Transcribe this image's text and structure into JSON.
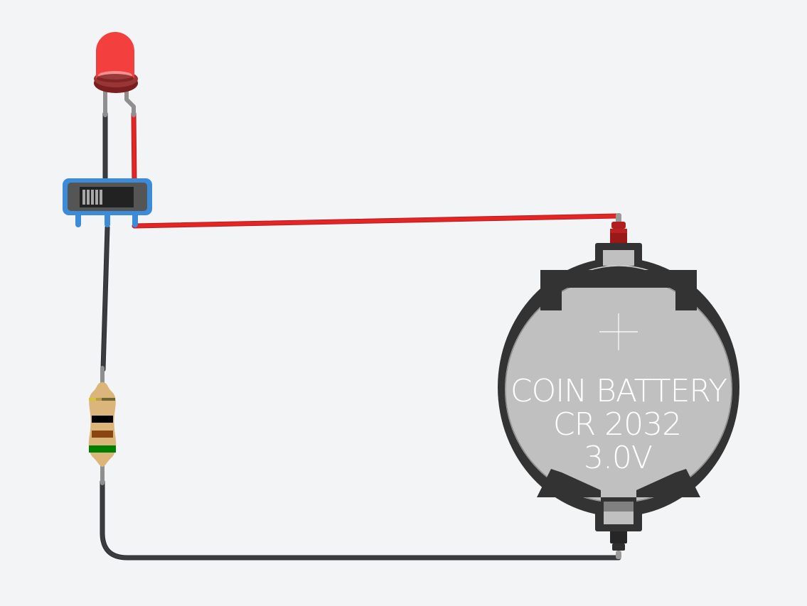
{
  "canvas": {
    "background": "#f3f4f6"
  },
  "components": {
    "led": {
      "label": "LED",
      "color": "#f43f3f",
      "base_color": "#7a1f1f"
    },
    "switch": {
      "label": "Slide Switch",
      "frame_color": "#3b8bd9",
      "body_color": "#555555",
      "handle_slots": 5
    },
    "resistor": {
      "label": "Resistor",
      "body_color": "#dcb57a",
      "bands": [
        "#d4c43a",
        "#000000",
        "#8b4513",
        "#008000"
      ]
    },
    "battery": {
      "label_line1": "COIN BATTERY",
      "label_line2": "CR 2032",
      "label_line3": "3.0V",
      "plus_symbol": "+",
      "holder_color": "#333333",
      "cell_color": "#c0c0c0",
      "positive_terminal_color": "#b01e1e",
      "negative_terminal_color": "#2a2a2a"
    }
  },
  "wires": [
    {
      "name": "led-cathode-to-switch",
      "color": "#3a3d40"
    },
    {
      "name": "led-anode-to-switch",
      "color": "#e52525"
    },
    {
      "name": "switch-to-battery-positive",
      "color": "#e52525"
    },
    {
      "name": "switch-to-resistor",
      "color": "#3a3d40"
    },
    {
      "name": "resistor-to-battery-negative",
      "color": "#3a3d40"
    }
  ]
}
